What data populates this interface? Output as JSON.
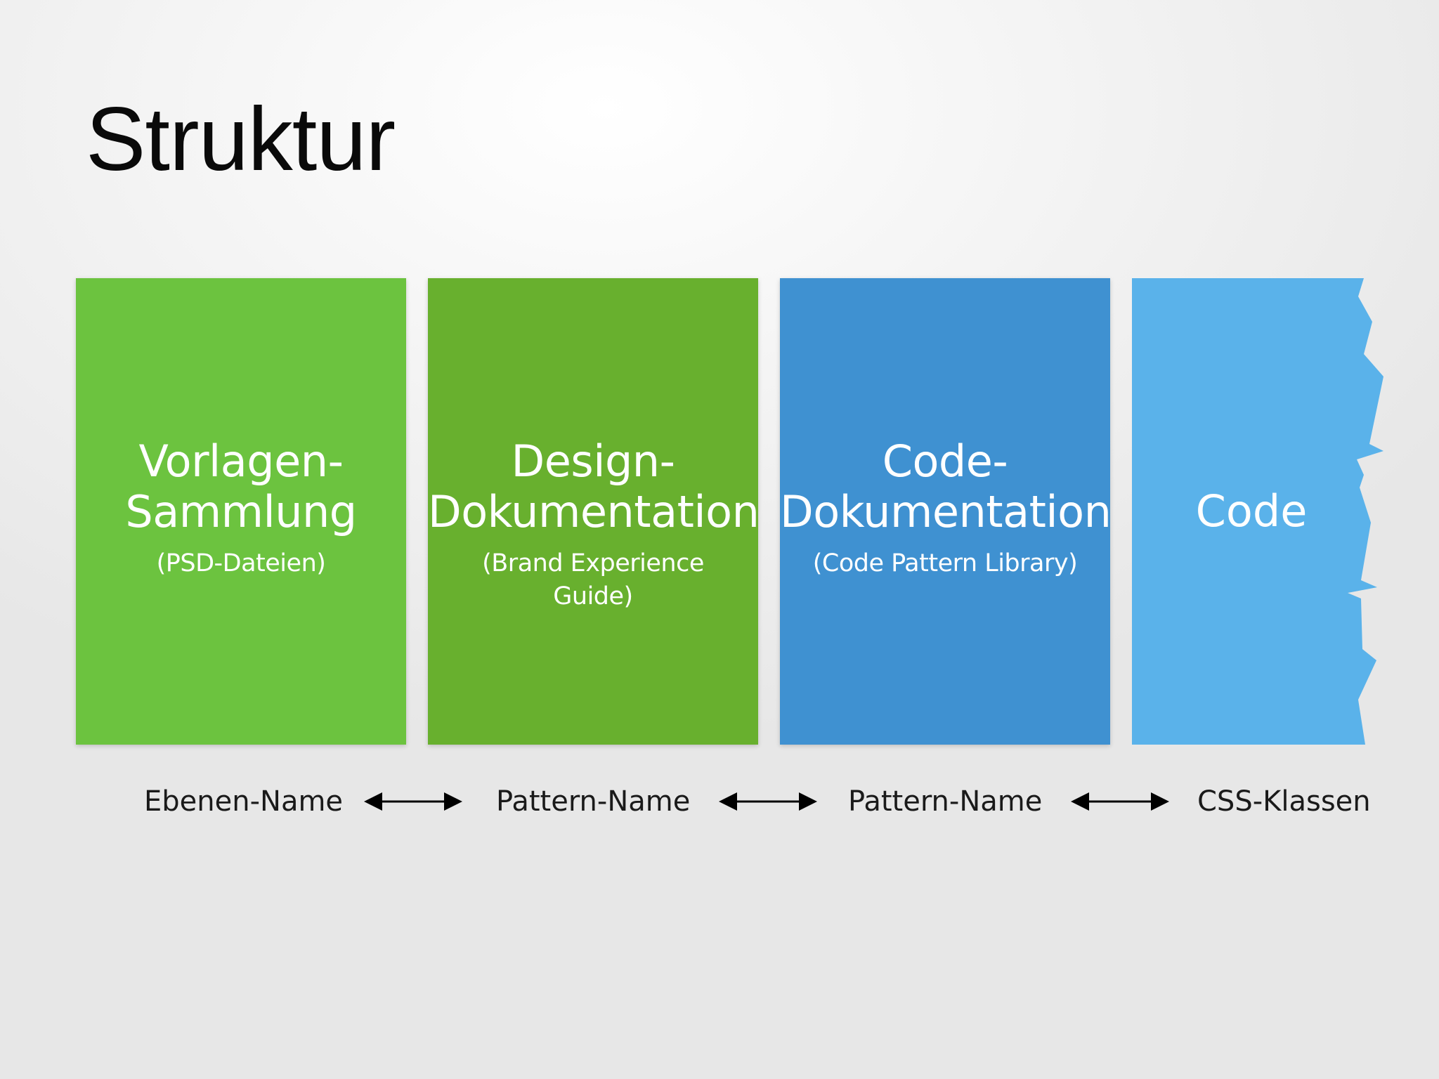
{
  "slide": {
    "title": "Struktur"
  },
  "boxes": [
    {
      "title": "Vorlagen-\nSammlung",
      "subtitle": "(PSD-Dateien)",
      "color": "#6cc33f"
    },
    {
      "title": "Design-\nDokumentation",
      "subtitle": "(Brand Experience\nGuide)",
      "color": "#68b02e"
    },
    {
      "title": "Code-\nDokumentation",
      "subtitle": "(Code Pattern Library)",
      "color": "#3f91d1"
    },
    {
      "title": "Code",
      "color": "#5ab2ea"
    }
  ],
  "labels": [
    "Ebenen-Name",
    "Pattern-Name",
    "Pattern-Name",
    "CSS-Klassen"
  ],
  "connectors": {
    "icon": "double-arrow-icon",
    "color": "#000000"
  }
}
